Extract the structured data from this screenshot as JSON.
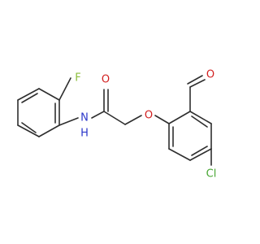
{
  "molecule": {
    "atom_labels": {
      "fluorine": "F",
      "amide_nitrogen": "N",
      "amide_hydrogen": "H",
      "carbonyl_oxygen": "O",
      "ether_oxygen": "O",
      "aldehyde_oxygen": "O",
      "chlorine": "Cl"
    },
    "colors": {
      "bond": "#2e2e2e",
      "fluorine": "#8bbd3a",
      "nitrogen": "#2b36c9",
      "oxygen": "#d21f1f",
      "chlorine": "#47a632"
    }
  }
}
